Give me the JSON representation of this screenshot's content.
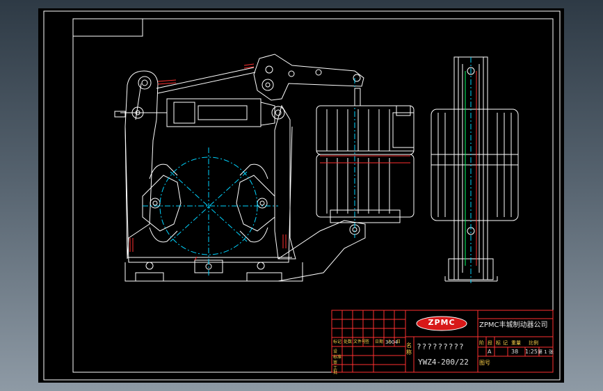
{
  "title_block": {
    "company": "ZPMC丰城制动器公司",
    "logo_text": "ZPMC",
    "drawing_name": "?????????",
    "model": "YWZ4-200/22",
    "scale": "1:25",
    "sheet_count": "38",
    "sheet_label": "第 1 张",
    "revision": "A",
    "small_value": "3004",
    "label_name": "名称",
    "label_code": "图号",
    "header_cells": [
      "标记",
      "处数",
      "文件号",
      "签",
      "日期",
      "人",
      "日"
    ],
    "left_rows": [
      "设",
      "标准",
      "审",
      "工",
      "批"
    ],
    "stage_cells": [
      "阶",
      "段",
      "标",
      "记",
      "重量",
      "比例"
    ]
  },
  "colors": {
    "canvas": "#000000",
    "line_white": "#ffffff",
    "center_cyan": "#00d4ff",
    "dim_red": "#ff3030",
    "accent_green": "#00ff66",
    "logo_red": "#d81818"
  }
}
